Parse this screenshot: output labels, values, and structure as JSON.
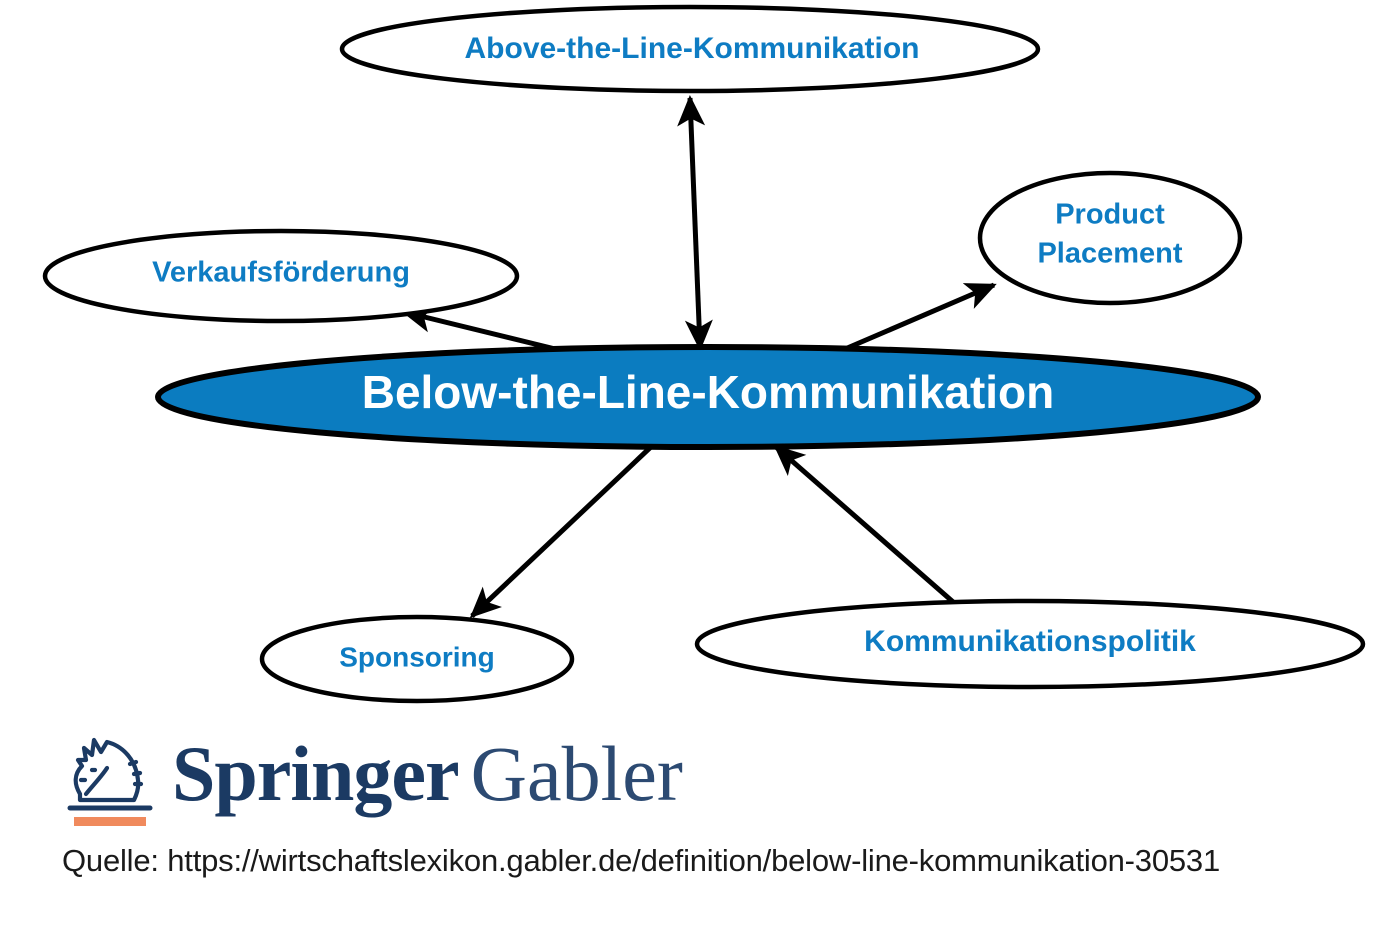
{
  "diagram": {
    "type": "concept-map",
    "title": "Below-the-Line-Kommunikation",
    "colors": {
      "primary_fill": "#0b7cc0",
      "label_blue": "#0e7cc3",
      "primary_label": "#ffffff",
      "stroke": "#000000",
      "logo_navy": "#1b3a63",
      "logo_orange": "#f08a5d"
    },
    "nodes": [
      {
        "id": "above-the-line",
        "label": "Above-the-Line-Kommunikation",
        "highlighted": false
      },
      {
        "id": "verkaufsfoerderung",
        "label": "Verkaufsförderung",
        "highlighted": false
      },
      {
        "id": "product-placement",
        "label_line1": "Product",
        "label_line2": "Placement",
        "label": "Product Placement",
        "highlighted": false
      },
      {
        "id": "below-the-line",
        "label": "Below-the-Line-Kommunikation",
        "highlighted": true
      },
      {
        "id": "sponsoring",
        "label": "Sponsoring",
        "highlighted": false
      },
      {
        "id": "kommunikationspolitik",
        "label": "Kommunikationspolitik",
        "highlighted": false
      }
    ],
    "edges": [
      {
        "from": "below-the-line",
        "to": "above-the-line",
        "direction": "bidirectional"
      },
      {
        "from": "below-the-line",
        "to": "verkaufsfoerderung",
        "direction": "forward"
      },
      {
        "from": "below-the-line",
        "to": "product-placement",
        "direction": "forward"
      },
      {
        "from": "below-the-line",
        "to": "sponsoring",
        "direction": "forward"
      },
      {
        "from": "kommunikationspolitik",
        "to": "below-the-line",
        "direction": "forward"
      }
    ]
  },
  "logo": {
    "brand_primary": "Springer",
    "brand_secondary": "Gabler",
    "mark": "knight-chess-piece"
  },
  "footer": {
    "source": "Quelle: https://wirtschaftslexikon.gabler.de/definition/below-line-kommunikation-30531"
  }
}
